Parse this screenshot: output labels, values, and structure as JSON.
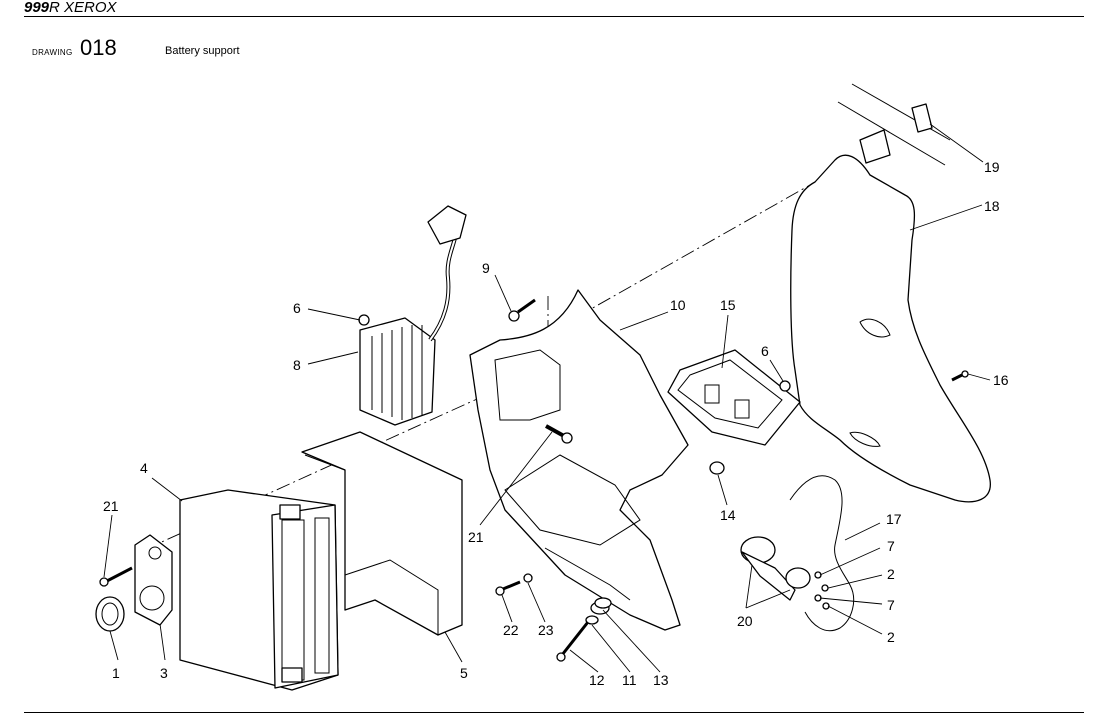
{
  "header": {
    "model_bold": "999",
    "model_rest": "R XEROX"
  },
  "drawing": {
    "label": "DRAWING",
    "number": "018",
    "title": "Battery support"
  },
  "callouts": {
    "c1": "1",
    "c2a": "2",
    "c2b": "2",
    "c3": "3",
    "c4": "4",
    "c5": "5",
    "c6a": "6",
    "c6b": "6",
    "c7a": "7",
    "c7b": "7",
    "c8": "8",
    "c9": "9",
    "c10": "10",
    "c11": "11",
    "c12": "12",
    "c13": "13",
    "c14": "14",
    "c15": "15",
    "c16": "16",
    "c17": "17",
    "c18": "18",
    "c19": "19",
    "c20": "20",
    "c21a": "21",
    "c21b": "21",
    "c22": "22",
    "c23": "23"
  }
}
